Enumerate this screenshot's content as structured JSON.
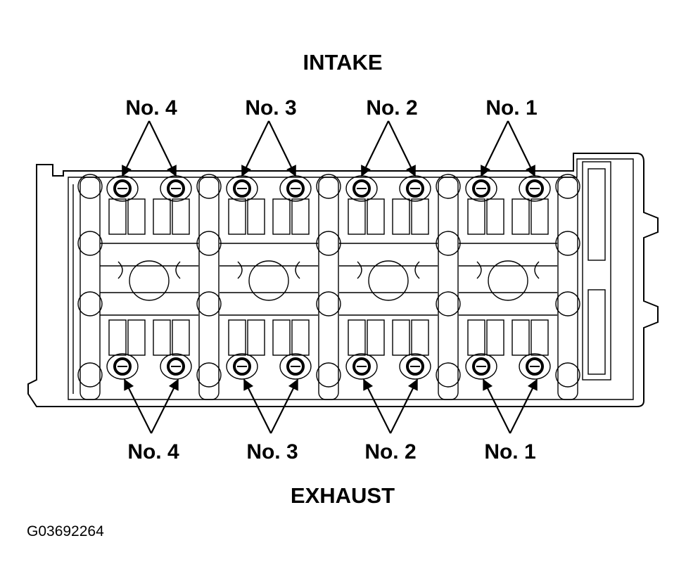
{
  "figure": {
    "top_label": "INTAKE",
    "bottom_label": "EXHAUST",
    "figure_id": "G03692264"
  },
  "intake_cylinders": [
    {
      "label": "No. 4"
    },
    {
      "label": "No. 3"
    },
    {
      "label": "No. 2"
    },
    {
      "label": "No. 1"
    }
  ],
  "exhaust_cylinders": [
    {
      "label": "No. 4"
    },
    {
      "label": "No. 3"
    },
    {
      "label": "No. 2"
    },
    {
      "label": "No. 1"
    }
  ],
  "colors": {
    "ink": "#000000",
    "paper": "#ffffff"
  }
}
